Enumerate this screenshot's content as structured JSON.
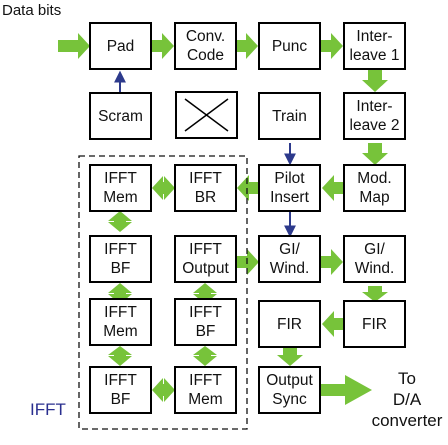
{
  "labels": {
    "input": "Data bits",
    "ifft_group": "IFFT",
    "output": [
      "To",
      "D/A",
      "converter"
    ]
  },
  "blocks": {
    "pad": [
      "Pad"
    ],
    "conv_code": [
      "Conv.",
      "Code"
    ],
    "punc": [
      "Punc"
    ],
    "interleave1": [
      "Inter-",
      "leave 1"
    ],
    "scram": [
      "Scram"
    ],
    "train": [
      "Train"
    ],
    "interleave2": [
      "Inter-",
      "leave 2"
    ],
    "ifft_mem_1": [
      "IFFT",
      "Mem"
    ],
    "ifft_br": [
      "IFFT",
      "BR"
    ],
    "pilot_insert": [
      "Pilot",
      "Insert"
    ],
    "mod_map": [
      "Mod.",
      "Map"
    ],
    "ifft_bf_1": [
      "IFFT",
      "BF"
    ],
    "ifft_output": [
      "IFFT",
      "Output"
    ],
    "gi_wind_1": [
      "GI/",
      "Wind."
    ],
    "gi_wind_2": [
      "GI/",
      "Wind."
    ],
    "ifft_mem_2": [
      "IFFT",
      "Mem"
    ],
    "ifft_bf_2": [
      "IFFT",
      "BF"
    ],
    "fir_1": [
      "FIR"
    ],
    "fir_2": [
      "FIR"
    ],
    "ifft_bf_3": [
      "IFFT",
      "BF"
    ],
    "ifft_mem_3": [
      "IFFT",
      "Mem"
    ],
    "output_sync": [
      "Output",
      "Sync"
    ]
  },
  "colors": {
    "data_path": "#77c33a",
    "control_arrow": "#2d3a8c",
    "block_border": "#000000",
    "ifft_label": "#2a2f8f"
  }
}
